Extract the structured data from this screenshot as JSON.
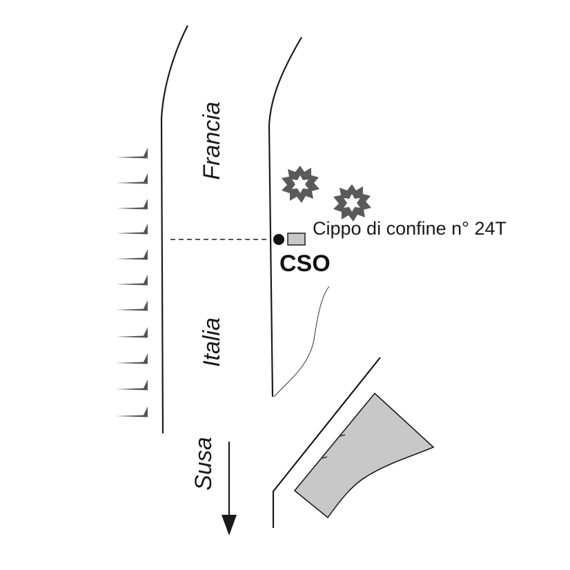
{
  "labels": {
    "country_north": "Francia",
    "country_south": "Italia",
    "direction": "Susa",
    "marker": "Cippo di confine n° 24T",
    "station": "CSO"
  },
  "icons": {
    "trees": "shrub-icon",
    "station": "filled-circle-icon",
    "marker": "rectangle-icon",
    "direction": "arrow-down-icon"
  },
  "colors": {
    "line": "#1a1a1a",
    "fill_gray": "#c8c8c8",
    "tree_gray": "#5a5a5a",
    "tick_gray": "#555555"
  }
}
